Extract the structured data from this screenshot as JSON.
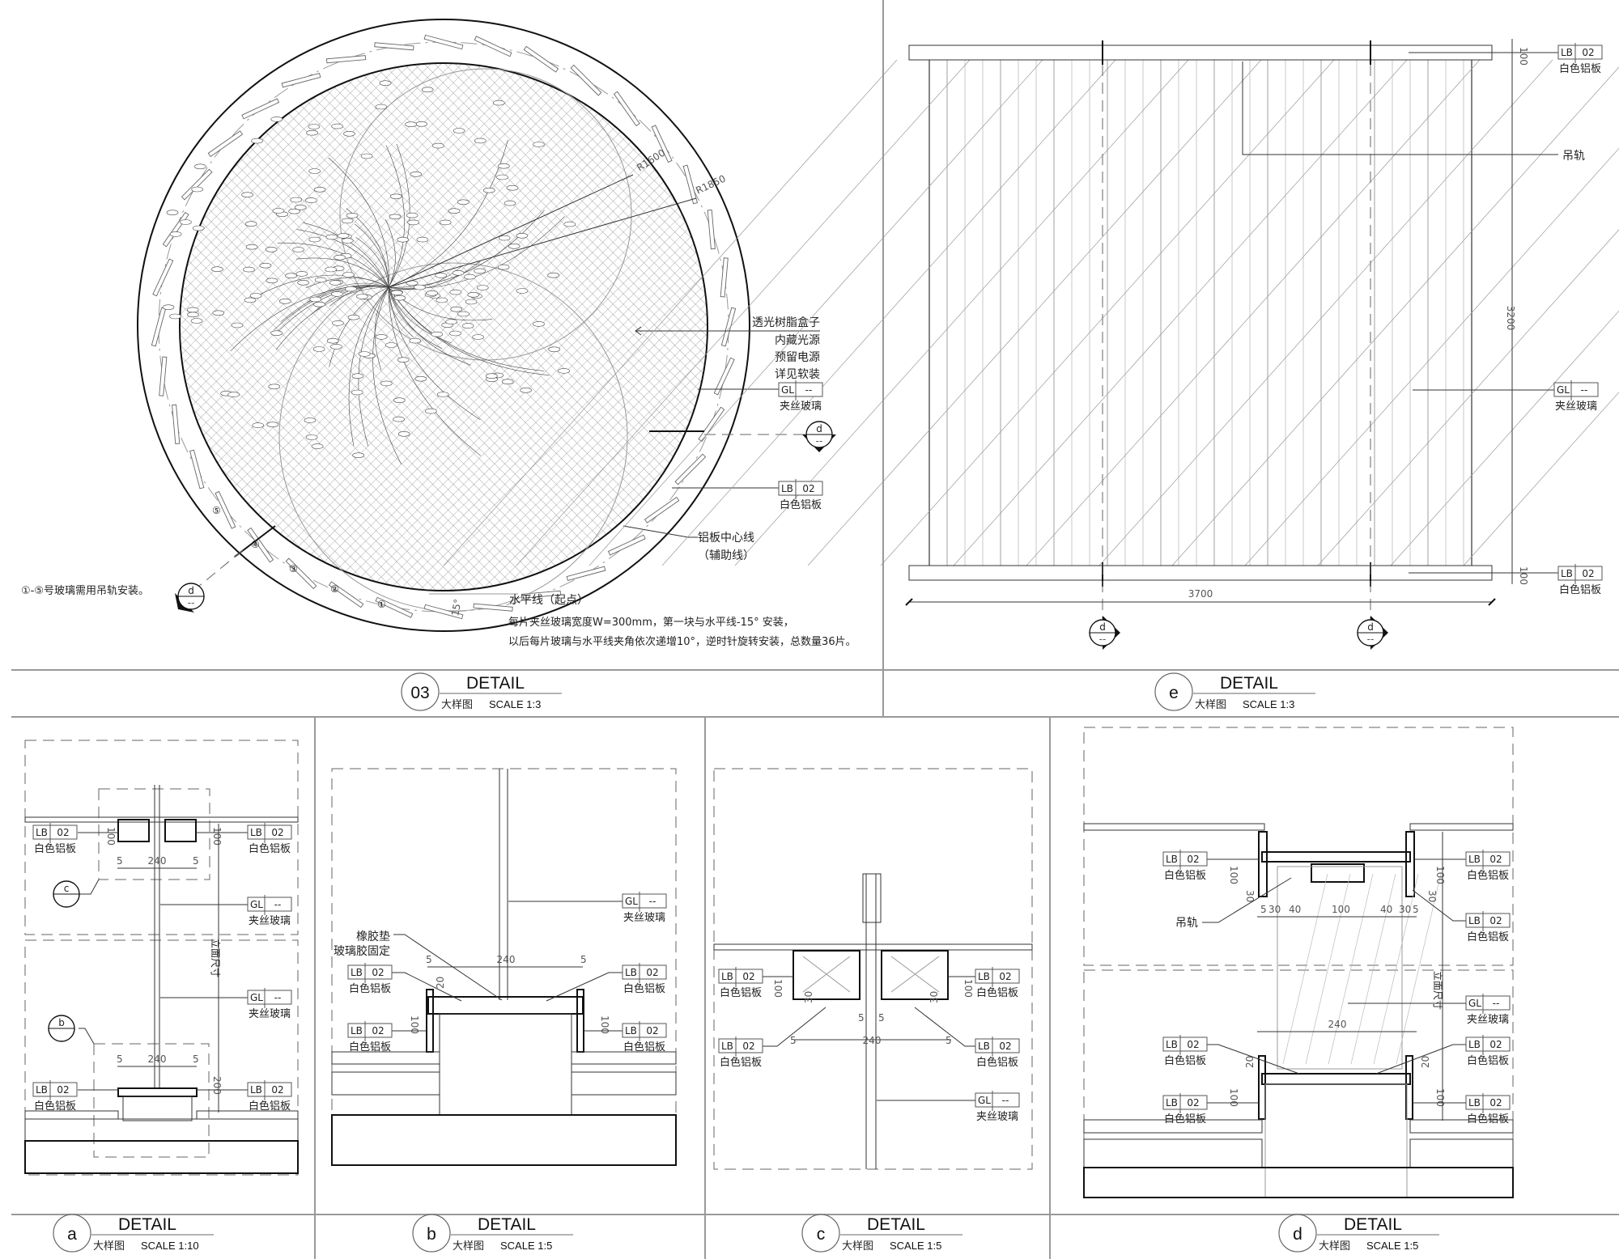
{
  "tags": {
    "lb": {
      "code": "LB",
      "num": "02",
      "name": "白色铝板"
    },
    "gl": {
      "code": "GL",
      "num": "--",
      "name": "夹丝玻璃"
    }
  },
  "markers": {
    "d": "d",
    "c": "c",
    "b": "b",
    "dash": "--"
  },
  "detail_03": {
    "num": "03",
    "title": "DETAIL",
    "subtitle": "大样图",
    "scale": "SCALE  1:3",
    "r_inner": "R1600",
    "r_outer": "R1850",
    "resin_box": [
      "透光树脂盒子",
      "内藏光源",
      "预留电源",
      "详见软装"
    ],
    "centerline": [
      "铝板中心线",
      "（辅助线）"
    ],
    "note_rail": "①-⑤号玻璃需用吊轨安装。",
    "horizon": "水平线（起点）",
    "angle": "15°",
    "notes": [
      "每片夹丝玻璃宽度W=300mm，第一块与水平线-15° 安装，",
      "以后每片玻璃与水平线夹角依次递增10°，逆时针旋转安装，总数量36片。"
    ],
    "glass_numbers": [
      "①",
      "②",
      "③",
      "④",
      "⑤"
    ]
  },
  "detail_e": {
    "num": "e",
    "title": "DETAIL",
    "subtitle": "大样图",
    "scale": "SCALE  1:3",
    "rail": "吊轨",
    "width": "3700",
    "height": "3200",
    "rail_h": "100"
  },
  "detail_a": {
    "num": "a",
    "title": "DETAIL",
    "subtitle": "大样图",
    "scale": "SCALE  1:10",
    "d240": "240",
    "d5": "5",
    "d100": "100",
    "d200": "200",
    "elev": "立面尺寸"
  },
  "detail_b": {
    "num": "b",
    "title": "DETAIL",
    "subtitle": "大样图",
    "scale": "SCALE  1:5",
    "rubber": [
      "橡胶垫",
      "玻璃胶固定"
    ],
    "d240": "240",
    "d5": "5",
    "d100": "100",
    "d20": "20"
  },
  "detail_c": {
    "num": "c",
    "title": "DETAIL",
    "subtitle": "大样图",
    "scale": "SCALE  1:5",
    "d240": "240",
    "d5": "5",
    "d100": "100",
    "d30": "30"
  },
  "detail_d": {
    "num": "d",
    "title": "DETAIL",
    "subtitle": "大样图",
    "scale": "SCALE  1:5",
    "rail": "吊轨",
    "chain": [
      "5",
      "30",
      "40",
      "100",
      "40",
      "30",
      "5"
    ],
    "d240": "240",
    "d100": "100",
    "d30": "30",
    "d20": "20",
    "elev": "立面尺寸"
  }
}
